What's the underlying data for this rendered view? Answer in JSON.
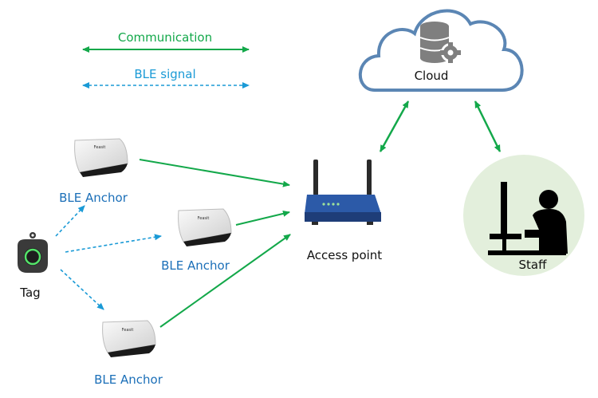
{
  "legend": {
    "communication": "Communication",
    "ble_signal": "BLE signal"
  },
  "nodes": {
    "cloud": "Cloud",
    "access_point": "Access point",
    "staff": "Staff",
    "tag": "Tag",
    "anchor_1": "BLE Anchor",
    "anchor_2": "BLE Anchor",
    "anchor_3": "BLE Anchor",
    "device_brand": "Feasit"
  },
  "colors": {
    "communication": "#13a84a",
    "ble_signal": "#1a9ad6",
    "label_blue": "#1b6fb8",
    "cloud_stroke": "#5b86b4",
    "staff_circle": "#e3efdc",
    "router_body": "#2c5aa8"
  }
}
